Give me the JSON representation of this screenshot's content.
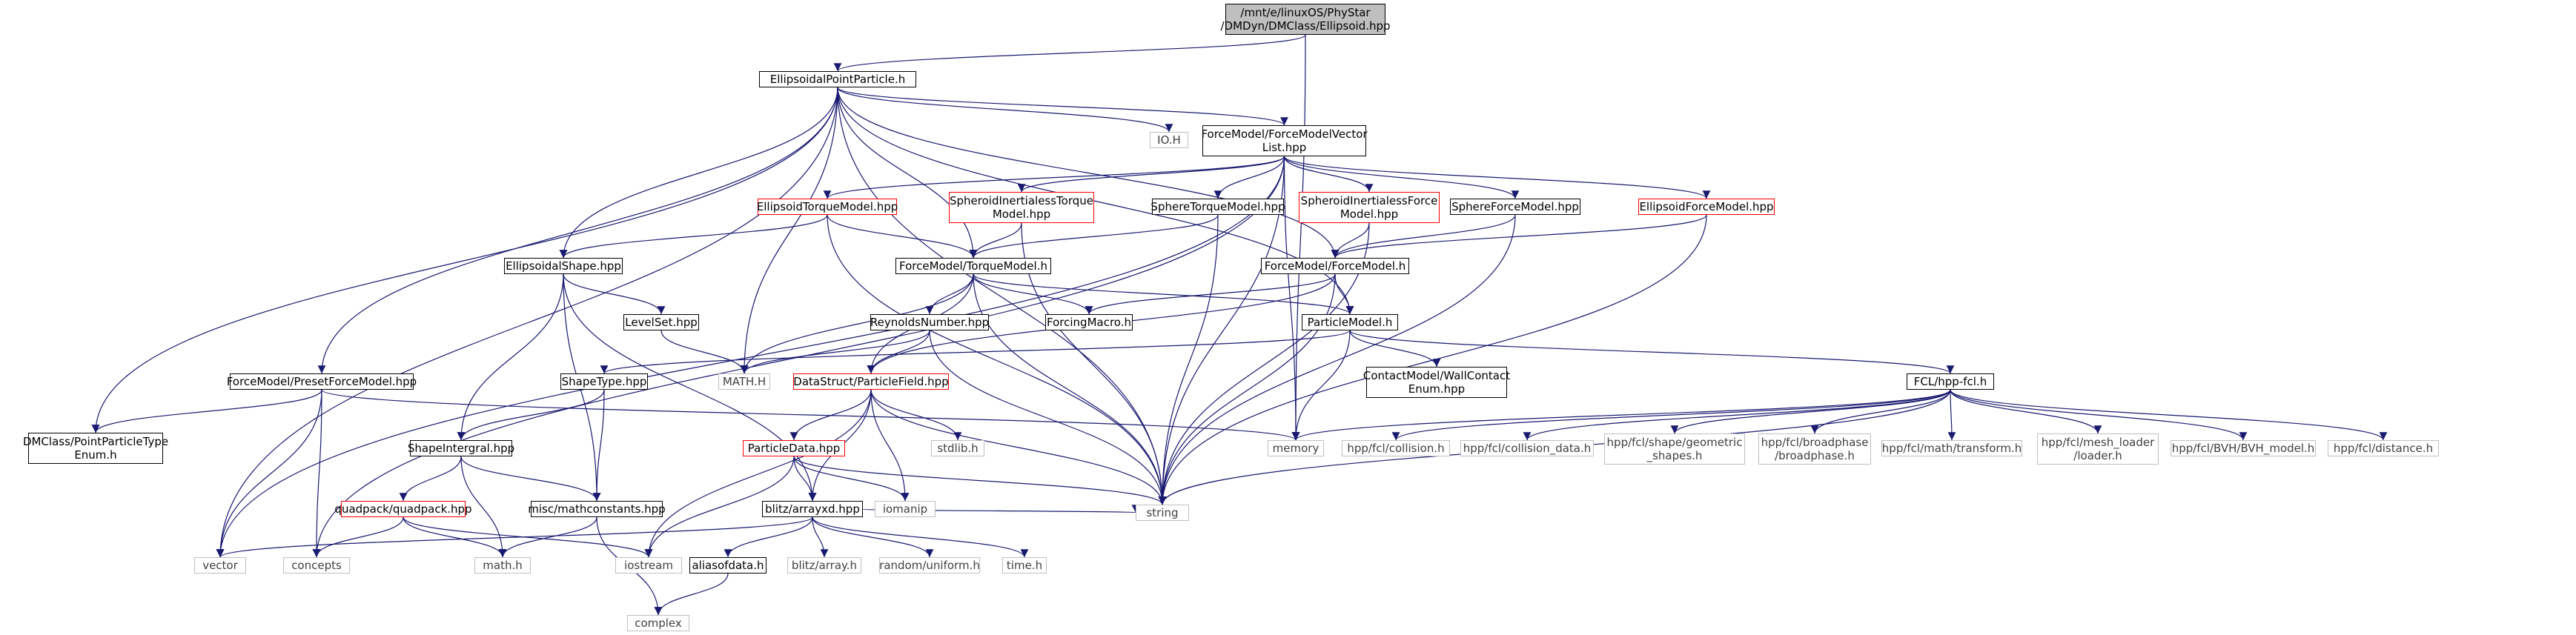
{
  "graph": {
    "title": "Include dependency graph",
    "colors": {
      "edge": "#191970",
      "documented_border": "#000000",
      "undocumented_border": "#ff0000",
      "external_border": "#bfbfbf",
      "external_text": "#404040",
      "root_fill": "#bfbfbf"
    },
    "nodes": {
      "root": {
        "label": "/mnt/e/linuxOS/PhyStar\n/DMDyn/DMClass/Ellipsoid.hpp",
        "kind": "root"
      },
      "epp": {
        "label": "EllipsoidalPointParticle.h",
        "kind": "doc"
      },
      "ioh": {
        "label": "IO.H",
        "kind": "ext"
      },
      "fmvl": {
        "label": "ForceModel/ForceModelVector\nList.hpp",
        "kind": "doc"
      },
      "etm": {
        "label": "EllipsoidTorqueModel.hpp",
        "kind": "red"
      },
      "sitm": {
        "label": "SpheroidInertialessTorque\nModel.hpp",
        "kind": "red"
      },
      "stm": {
        "label": "SphereTorqueModel.hpp",
        "kind": "doc"
      },
      "sifm": {
        "label": "SpheroidInertialessForce\nModel.hpp",
        "kind": "red"
      },
      "sfm": {
        "label": "SphereForceModel.hpp",
        "kind": "doc"
      },
      "efm": {
        "label": "EllipsoidForceModel.hpp",
        "kind": "red"
      },
      "es": {
        "label": "EllipsoidalShape.hpp",
        "kind": "doc"
      },
      "tm": {
        "label": "ForceModel/TorqueModel.h",
        "kind": "doc"
      },
      "fm": {
        "label": "ForceModel/ForceModel.h",
        "kind": "doc"
      },
      "ls": {
        "label": "LevelSet.hpp",
        "kind": "doc"
      },
      "rn": {
        "label": "ReynoldsNumber.hpp",
        "kind": "doc"
      },
      "fmac": {
        "label": "ForcingMacro.h",
        "kind": "doc"
      },
      "pm": {
        "label": "ParticleModel.h",
        "kind": "doc"
      },
      "mathH": {
        "label": "MATH.H",
        "kind": "ext"
      },
      "cmw": {
        "label": "ContactModel/WallContact\nEnum.hpp",
        "kind": "doc"
      },
      "pfm": {
        "label": "ForceModel/PresetForceModel.hpp",
        "kind": "doc"
      },
      "st": {
        "label": "ShapeType.hpp",
        "kind": "doc"
      },
      "dspf": {
        "label": "DataStruct/ParticleField.hpp",
        "kind": "red"
      },
      "fcl": {
        "label": "FCL/hpp-fcl.h",
        "kind": "doc"
      },
      "dmc": {
        "label": "DMClass/PointParticleType\nEnum.h",
        "kind": "doc"
      },
      "si": {
        "label": "ShapeIntergral.hpp",
        "kind": "doc"
      },
      "stdlib": {
        "label": "stdlib.h",
        "kind": "ext"
      },
      "memory": {
        "label": "memory",
        "kind": "ext"
      },
      "collision": {
        "label": "hpp/fcl/collision.h",
        "kind": "ext"
      },
      "colldata": {
        "label": "hpp/fcl/collision_data.h",
        "kind": "ext"
      },
      "geomshapes": {
        "label": "hpp/fcl/shape/geometric\n_shapes.h",
        "kind": "ext"
      },
      "broadphase": {
        "label": "hpp/fcl/broadphase\n/broadphase.h",
        "kind": "ext"
      },
      "mathtf": {
        "label": "hpp/fcl/math/transform.h",
        "kind": "ext"
      },
      "meshloader": {
        "label": "hpp/fcl/mesh_loader\n/loader.h",
        "kind": "ext"
      },
      "bvh": {
        "label": "hpp/fcl/BVH/BVH_model.h",
        "kind": "ext"
      },
      "distance": {
        "label": "hpp/fcl/distance.h",
        "kind": "ext"
      },
      "pd": {
        "label": "ParticleData.hpp",
        "kind": "red"
      },
      "qp": {
        "label": "quadpack/quadpack.hpp",
        "kind": "red"
      },
      "mc": {
        "label": "misc/mathconstants.hpp",
        "kind": "doc"
      },
      "iomanip": {
        "label": "iomanip",
        "kind": "ext"
      },
      "string": {
        "label": "string",
        "kind": "ext"
      },
      "blitz": {
        "label": "blitz/arrayxd.hpp",
        "kind": "doc"
      },
      "vector": {
        "label": "vector",
        "kind": "ext"
      },
      "concepts": {
        "label": "concepts",
        "kind": "ext"
      },
      "mathh": {
        "label": "math.h",
        "kind": "ext"
      },
      "iostream": {
        "label": "iostream",
        "kind": "ext"
      },
      "aliasofdata": {
        "label": "aliasofdata.h",
        "kind": "doc"
      },
      "blitzarray": {
        "label": "blitz/array.h",
        "kind": "ext"
      },
      "randuni": {
        "label": "random/uniform.h",
        "kind": "ext"
      },
      "timeh": {
        "label": "time.h",
        "kind": "ext"
      },
      "complex": {
        "label": "complex",
        "kind": "ext"
      }
    },
    "edges": [
      [
        "root",
        "epp"
      ],
      [
        "root",
        "memory"
      ],
      [
        "epp",
        "ioh"
      ],
      [
        "epp",
        "fmvl"
      ],
      [
        "epp",
        "mathH"
      ],
      [
        "epp",
        "tm"
      ],
      [
        "epp",
        "fm"
      ],
      [
        "epp",
        "pm"
      ],
      [
        "epp",
        "es"
      ],
      [
        "epp",
        "pfm"
      ],
      [
        "epp",
        "dmc"
      ],
      [
        "epp",
        "vector"
      ],
      [
        "epp",
        "string"
      ],
      [
        "fmvl",
        "etm"
      ],
      [
        "fmvl",
        "sitm"
      ],
      [
        "fmvl",
        "stm"
      ],
      [
        "fmvl",
        "sifm"
      ],
      [
        "fmvl",
        "sfm"
      ],
      [
        "fmvl",
        "efm"
      ],
      [
        "fmvl",
        "vector"
      ],
      [
        "fmvl",
        "concepts"
      ],
      [
        "fmvl",
        "memory"
      ],
      [
        "fmvl",
        "string"
      ],
      [
        "etm",
        "es"
      ],
      [
        "etm",
        "tm"
      ],
      [
        "etm",
        "string"
      ],
      [
        "sitm",
        "tm"
      ],
      [
        "sitm",
        "string"
      ],
      [
        "stm",
        "tm"
      ],
      [
        "stm",
        "string"
      ],
      [
        "sifm",
        "fm"
      ],
      [
        "sifm",
        "string"
      ],
      [
        "sfm",
        "fm"
      ],
      [
        "sfm",
        "string"
      ],
      [
        "efm",
        "fm"
      ],
      [
        "efm",
        "string"
      ],
      [
        "tm",
        "rn"
      ],
      [
        "tm",
        "fmac"
      ],
      [
        "tm",
        "pm"
      ],
      [
        "tm",
        "mathH"
      ],
      [
        "tm",
        "dspf"
      ],
      [
        "tm",
        "string"
      ],
      [
        "fm",
        "fmac"
      ],
      [
        "fm",
        "pm"
      ],
      [
        "fm",
        "dspf"
      ],
      [
        "fm",
        "string"
      ],
      [
        "es",
        "ls"
      ],
      [
        "es",
        "si"
      ],
      [
        "es",
        "mc"
      ],
      [
        "es",
        "blitz"
      ],
      [
        "ls",
        "mathH"
      ],
      [
        "rn",
        "mathH"
      ],
      [
        "rn",
        "dspf"
      ],
      [
        "rn",
        "string"
      ],
      [
        "pm",
        "cmw"
      ],
      [
        "pm",
        "st"
      ],
      [
        "pm",
        "fcl"
      ],
      [
        "pm",
        "memory"
      ],
      [
        "st",
        "si"
      ],
      [
        "st",
        "mc"
      ],
      [
        "pfm",
        "dmc"
      ],
      [
        "pfm",
        "vector"
      ],
      [
        "pfm",
        "concepts"
      ],
      [
        "pfm",
        "memory"
      ],
      [
        "dspf",
        "pd"
      ],
      [
        "dspf",
        "blitz"
      ],
      [
        "dspf",
        "stdlib"
      ],
      [
        "dspf",
        "iomanip"
      ],
      [
        "dspf",
        "iostream"
      ],
      [
        "dspf",
        "string"
      ],
      [
        "fcl",
        "memory"
      ],
      [
        "fcl",
        "collision"
      ],
      [
        "fcl",
        "colldata"
      ],
      [
        "fcl",
        "geomshapes"
      ],
      [
        "fcl",
        "broadphase"
      ],
      [
        "fcl",
        "mathtf"
      ],
      [
        "fcl",
        "meshloader"
      ],
      [
        "fcl",
        "bvh"
      ],
      [
        "fcl",
        "distance"
      ],
      [
        "fcl",
        "string"
      ],
      [
        "si",
        "qp"
      ],
      [
        "si",
        "mc"
      ],
      [
        "si",
        "mathh"
      ],
      [
        "qp",
        "concepts"
      ],
      [
        "qp",
        "mathh"
      ],
      [
        "qp",
        "iostream"
      ],
      [
        "mc",
        "mathh"
      ],
      [
        "mc",
        "complex"
      ],
      [
        "pd",
        "blitz"
      ],
      [
        "pd",
        "iomanip"
      ],
      [
        "pd",
        "iostream"
      ],
      [
        "pd",
        "string"
      ],
      [
        "blitz",
        "aliasofdata"
      ],
      [
        "blitz",
        "blitzarray"
      ],
      [
        "blitz",
        "randuni"
      ],
      [
        "blitz",
        "timeh"
      ],
      [
        "blitz",
        "vector"
      ],
      [
        "blitz",
        "string"
      ],
      [
        "aliasofdata",
        "complex"
      ]
    ]
  }
}
